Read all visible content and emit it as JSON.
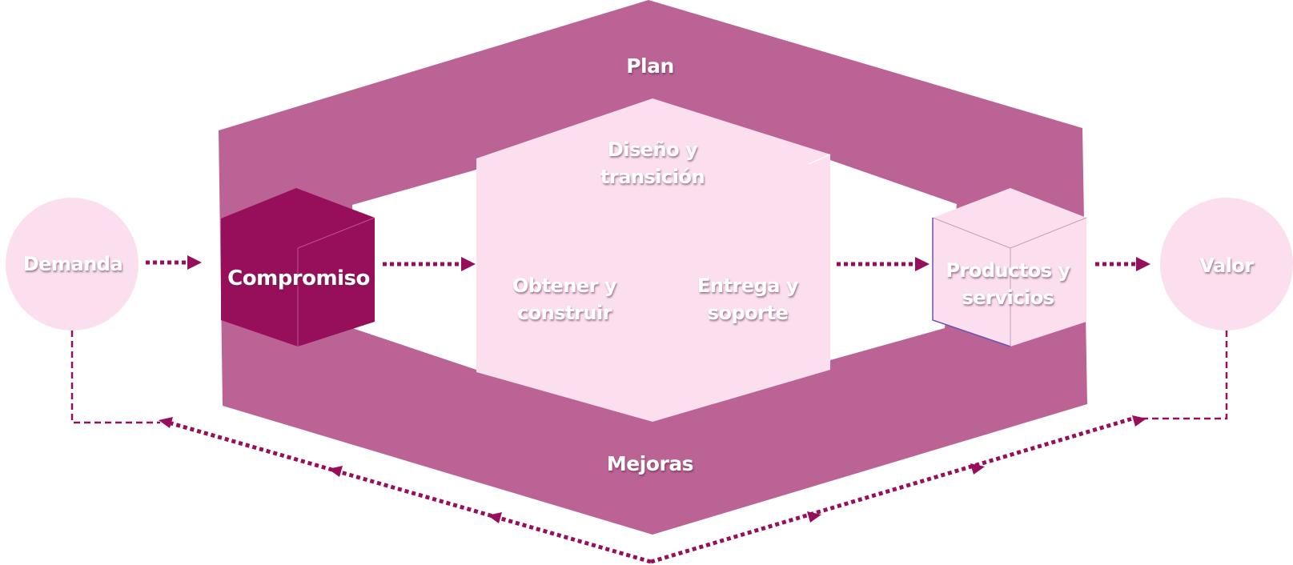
{
  "colors": {
    "ring": "#bb6395",
    "engagement_cube": "#970f5a",
    "light": "#fbdfef",
    "circle": "#fbdfef",
    "arrow": "#970f5a"
  },
  "labels": {
    "plan": "Plan",
    "improve": "Mejoras",
    "engage": "Compromiso",
    "design_line1": "Diseño y",
    "design_line2": "transición",
    "obtain_line1": "Obtener y",
    "obtain_line2": "construir",
    "deliver_line1": "Entrega y",
    "deliver_line2": "soporte",
    "products_line1": "Productos y",
    "products_line2": "servicios",
    "demand": "Demanda",
    "value": "Valor"
  }
}
